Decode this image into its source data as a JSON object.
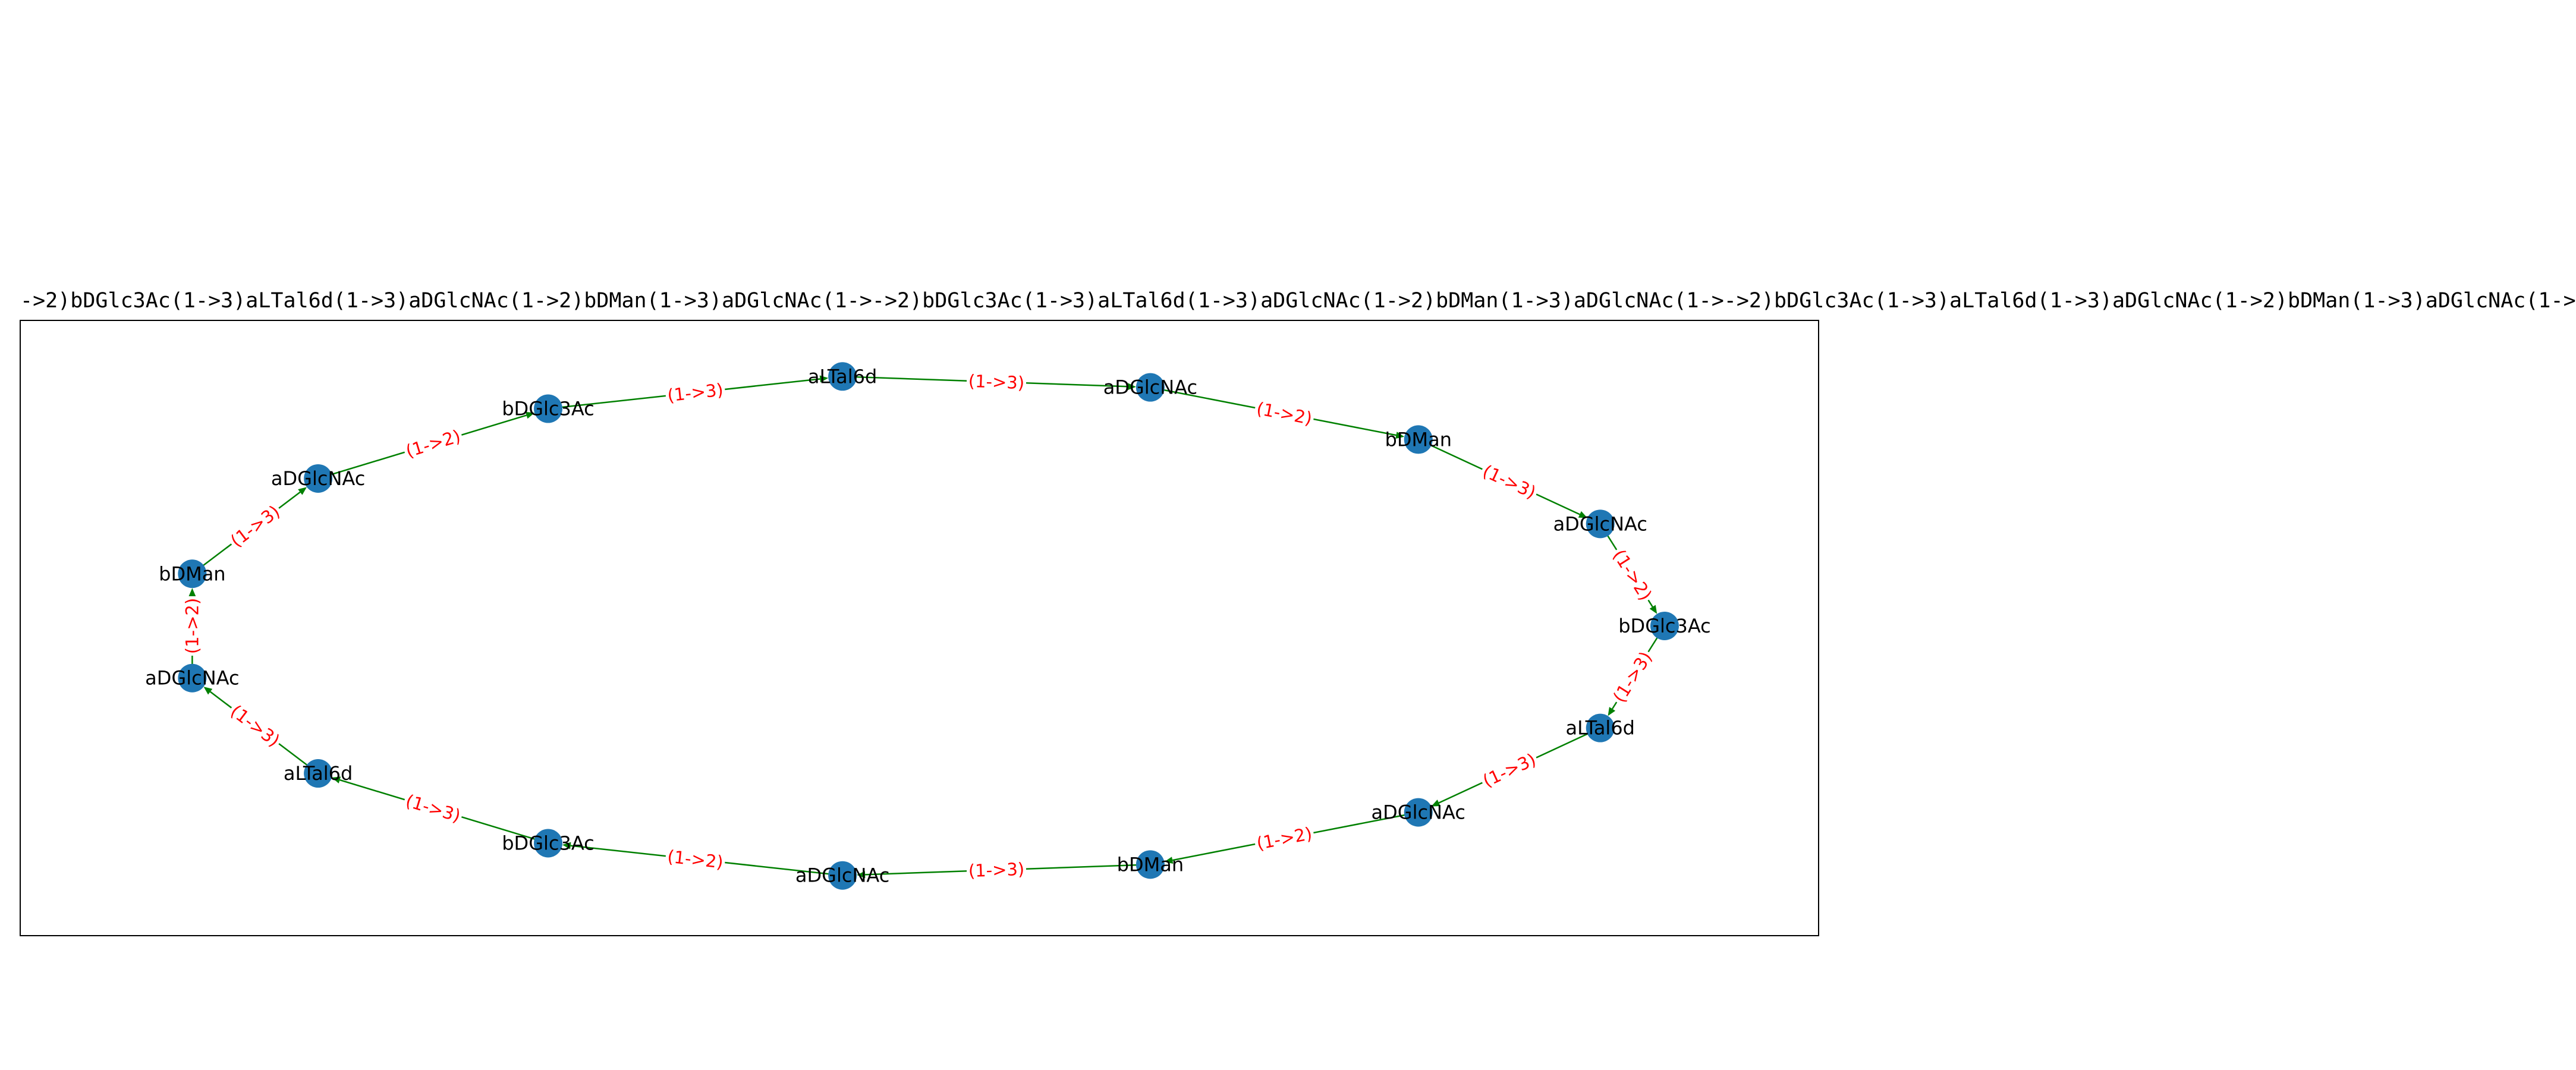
{
  "title": "->2)bDGlc3Ac(1->3)aLTal6d(1->3)aDGlcNAc(1->2)bDMan(1->3)aDGlcNAc(1->->2)bDGlc3Ac(1->3)aLTal6d(1->3)aDGlcNAc(1->2)bDMan(1->3)aDGlcNAc(1->->2)bDGlc3Ac(1->3)aLTal6d(1->3)aDGlcNAc(1->2)bDMan(1->3)aDGlcNAc(1->",
  "colors": {
    "node": "#1f77b4",
    "edge": "#008000",
    "edge_label": "#ff0000",
    "frame": "#000000",
    "text": "#000000"
  },
  "nodes": [
    {
      "id": "n0",
      "label": "bDGlc3Ac"
    },
    {
      "id": "n1",
      "label": "aDGlcNAc"
    },
    {
      "id": "n2",
      "label": "bDMan"
    },
    {
      "id": "n3",
      "label": "aDGlcNAc"
    },
    {
      "id": "n4",
      "label": "aLTal6d"
    },
    {
      "id": "n5",
      "label": "bDGlc3Ac"
    },
    {
      "id": "n6",
      "label": "aDGlcNAc"
    },
    {
      "id": "n7",
      "label": "bDMan"
    },
    {
      "id": "n8",
      "label": "aDGlcNAc"
    },
    {
      "id": "n9",
      "label": "aLTal6d"
    },
    {
      "id": "n10",
      "label": "bDGlc3Ac"
    },
    {
      "id": "n11",
      "label": "aDGlcNAc"
    },
    {
      "id": "n12",
      "label": "bDMan"
    },
    {
      "id": "n13",
      "label": "aDGlcNAc"
    },
    {
      "id": "n14",
      "label": "aLTal6d"
    }
  ],
  "edges": [
    {
      "from": "n0",
      "to": "n14",
      "label": "(1->3)"
    },
    {
      "from": "n14",
      "to": "n13",
      "label": "(1->3)"
    },
    {
      "from": "n13",
      "to": "n12",
      "label": "(1->2)"
    },
    {
      "from": "n12",
      "to": "n11",
      "label": "(1->3)"
    },
    {
      "from": "n11",
      "to": "n10",
      "label": "(1->2)"
    },
    {
      "from": "n10",
      "to": "n9",
      "label": "(1->3)"
    },
    {
      "from": "n9",
      "to": "n8",
      "label": "(1->3)"
    },
    {
      "from": "n8",
      "to": "n7",
      "label": "(1->2)"
    },
    {
      "from": "n7",
      "to": "n6",
      "label": "(1->3)"
    },
    {
      "from": "n6",
      "to": "n5",
      "label": "(1->2)"
    },
    {
      "from": "n5",
      "to": "n4",
      "label": "(1->3)"
    },
    {
      "from": "n4",
      "to": "n3",
      "label": "(1->3)"
    },
    {
      "from": "n3",
      "to": "n2",
      "label": "(1->2)"
    },
    {
      "from": "n2",
      "to": "n1",
      "label": "(1->3)"
    },
    {
      "from": "n1",
      "to": "n0",
      "label": "(1->2)"
    }
  ]
}
